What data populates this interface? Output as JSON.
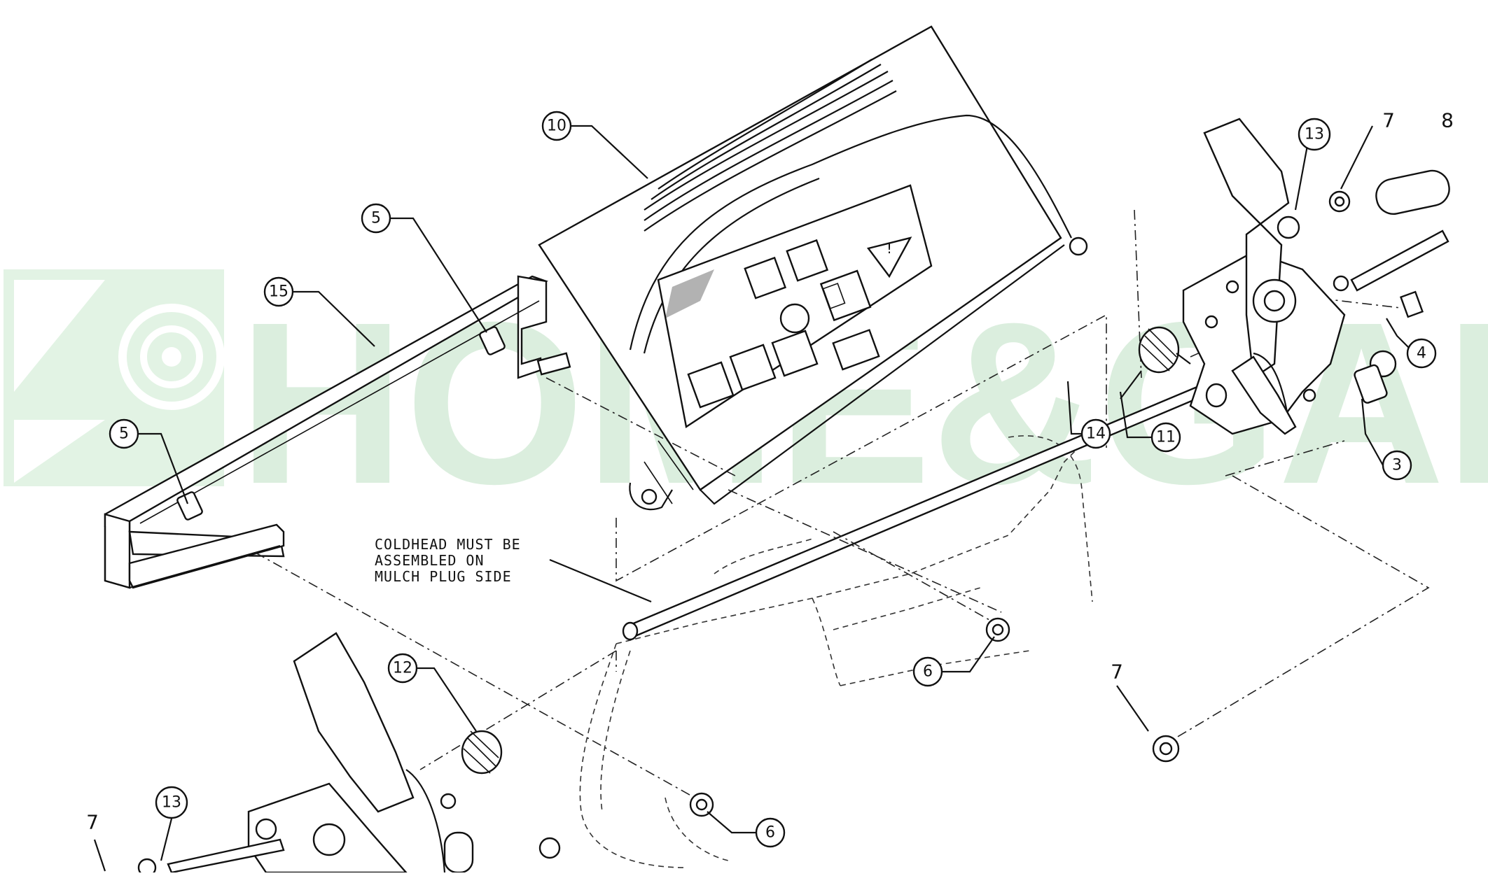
{
  "watermark": {
    "text": "HOME&GARDEN",
    "color": "#cfe9d3"
  },
  "note": {
    "lines": [
      "COLDHEAD MUST BE",
      "ASSEMBLED ON",
      "MULCH PLUG SIDE"
    ]
  },
  "callouts": [
    {
      "id": "c10",
      "label": "10"
    },
    {
      "id": "c5a",
      "label": "5"
    },
    {
      "id": "c15",
      "label": "15"
    },
    {
      "id": "c5b",
      "label": "5"
    },
    {
      "id": "c13a",
      "label": "13"
    },
    {
      "id": "c4",
      "label": "4"
    },
    {
      "id": "c3",
      "label": "3"
    },
    {
      "id": "c14",
      "label": "14"
    },
    {
      "id": "c11",
      "label": "11"
    },
    {
      "id": "c12",
      "label": "12"
    },
    {
      "id": "c6a",
      "label": "6"
    },
    {
      "id": "c6b",
      "label": "6"
    },
    {
      "id": "c13b",
      "label": "13"
    }
  ],
  "bare_labels": [
    {
      "id": "b7a",
      "label": "7"
    },
    {
      "id": "b8",
      "label": "8"
    },
    {
      "id": "b7b",
      "label": "7"
    },
    {
      "id": "b7c",
      "label": "7"
    }
  ]
}
